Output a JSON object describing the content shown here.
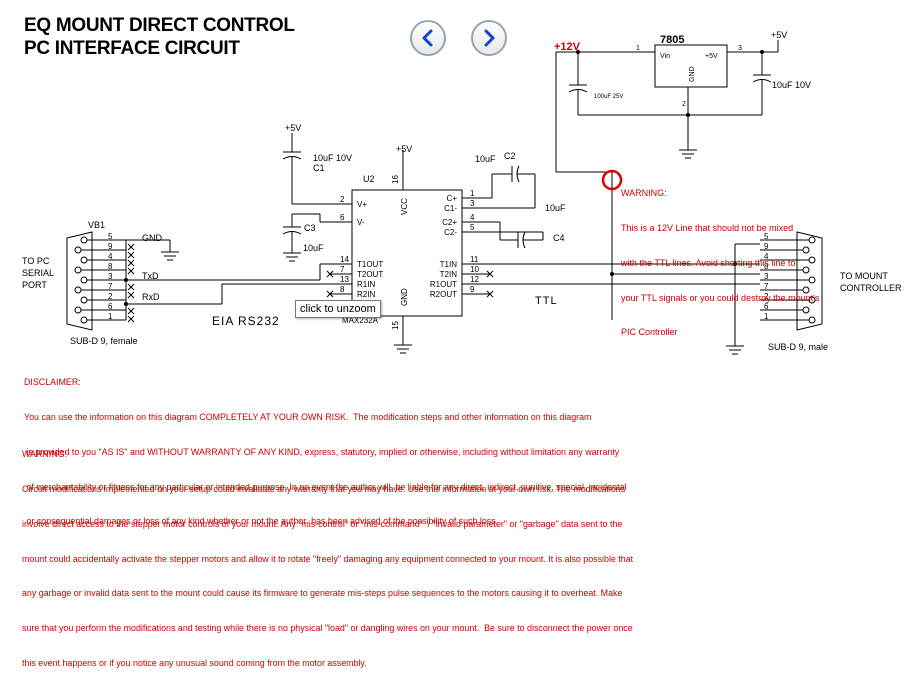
{
  "title": {
    "line1": "EQ MOUNT DIRECT CONTROL",
    "line2": "PC INTERFACE CIRCUIT"
  },
  "nav": {
    "prev_icon": "chevron-left-icon",
    "next_icon": "chevron-right-icon",
    "accent": "#1144cc"
  },
  "tooltip": "click to unzoom",
  "regulator": {
    "name": "7805",
    "vin": "Vin",
    "vout": "+5V",
    "gnd": "GND",
    "pin1": "1",
    "pin2": "2",
    "pin3": "3",
    "in_label": "+12V",
    "out_label": "+5V",
    "cap_in": "100uF 25V",
    "cap_out": "10uF 10V"
  },
  "warning_box": {
    "title": "WARNING:",
    "lines": [
      "This is a 12V Line that should not be mixed",
      "with the TTL lines. Avoid shorting this line to",
      "your TTL signals or you could destroy the mount's",
      "PIC Controller"
    ]
  },
  "chip": {
    "name": "U2",
    "part": "MAX232A",
    "vcc": "VCC",
    "gnd": "GND",
    "left_pins": [
      "V+",
      "V-",
      "T1OUT",
      "T2OUT",
      "R1IN",
      "R2IN"
    ],
    "right_pins": [
      "C+",
      "C1-",
      "C2+",
      "C2-",
      "T1IN",
      "T2IN",
      "R1OUT",
      "R2OUT"
    ],
    "left_nums": [
      "2",
      "6",
      "14",
      "7",
      "13",
      "8"
    ],
    "right_nums": [
      "1",
      "3",
      "4",
      "5",
      "11",
      "10",
      "12",
      "9"
    ],
    "top_num": "16",
    "bottom_num": "15"
  },
  "caps": {
    "c1": "C1",
    "c1_val": "10uF 10V",
    "c1_supply": "+5V",
    "c2": "C2",
    "c2_val": "10uF",
    "c3": "C3",
    "c3_val": "10uF",
    "c4": "C4",
    "c4_val": "10uF",
    "vcc_supply": "+5V"
  },
  "left_connector": {
    "ref": "VB1",
    "label_lines": [
      "TO PC",
      "SERIAL",
      "PORT"
    ],
    "pins": [
      "5",
      "9",
      "4",
      "8",
      "3",
      "7",
      "2",
      "6",
      "1"
    ],
    "gnd": "GND",
    "txd": "TxD",
    "rxd": "RxD",
    "type": "SUB-D 9, female"
  },
  "right_connector": {
    "label_lines": [
      "TO MOUNT",
      "CONTROLLER"
    ],
    "pins": [
      "5",
      "9",
      "4",
      "8",
      "3",
      "7",
      "2",
      "6",
      "1"
    ],
    "type": "SUB-D 9, male"
  },
  "labels": {
    "eia": "EIA RS232",
    "ttl": "TTL"
  },
  "disclaimer": {
    "heading": "DISCLAIMER:",
    "lines": [
      "You can use the information on this diagram COMPLETELY AT YOUR OWN RISK.  The modification steps and other information on this diagram",
      " is provided to you \"AS IS\" and WITHOUT WARRANTY OF ANY KIND, express, statutory, implied or otherwise, including without limitation any warranty",
      " of merchantability or fitness for any particular or intended purpose. In no event the author will  be liable for any direct, indirect, punitive, special, incidental",
      " or consequential damages or loss of any kind whether or not the author  has been advised of the possibility of such loss."
    ]
  },
  "warning2": {
    "heading": "WARNING:",
    "lines": [
      "Circuit modifications implemented on your setup could invalidate any warranty that you may have. Use this information at your own risk. The modifications",
      "involve direct access to the stepper motor controls of your mount. Any \"mis-control\" or \"mis-command\"  / \"invalid parameter\" or \"garbage\" data sent to the",
      "mount could accidentally activate the stepper motors and allow it to rotate \"freely\" damaging any equipment connected to your mount. It is also possible that",
      "any garbage or invalid data sent to the mount could cause its firmware to generate mis-steps pulse sequences to the motors causing it to overheat. Make",
      "sure that you perform the modifications and testing while there is no physical \"load\" or dangling wires on your mount.  Be sure to disconnect the power once",
      "this event happens or if you notice any unusual sound coming from the motor assembly."
    ]
  }
}
